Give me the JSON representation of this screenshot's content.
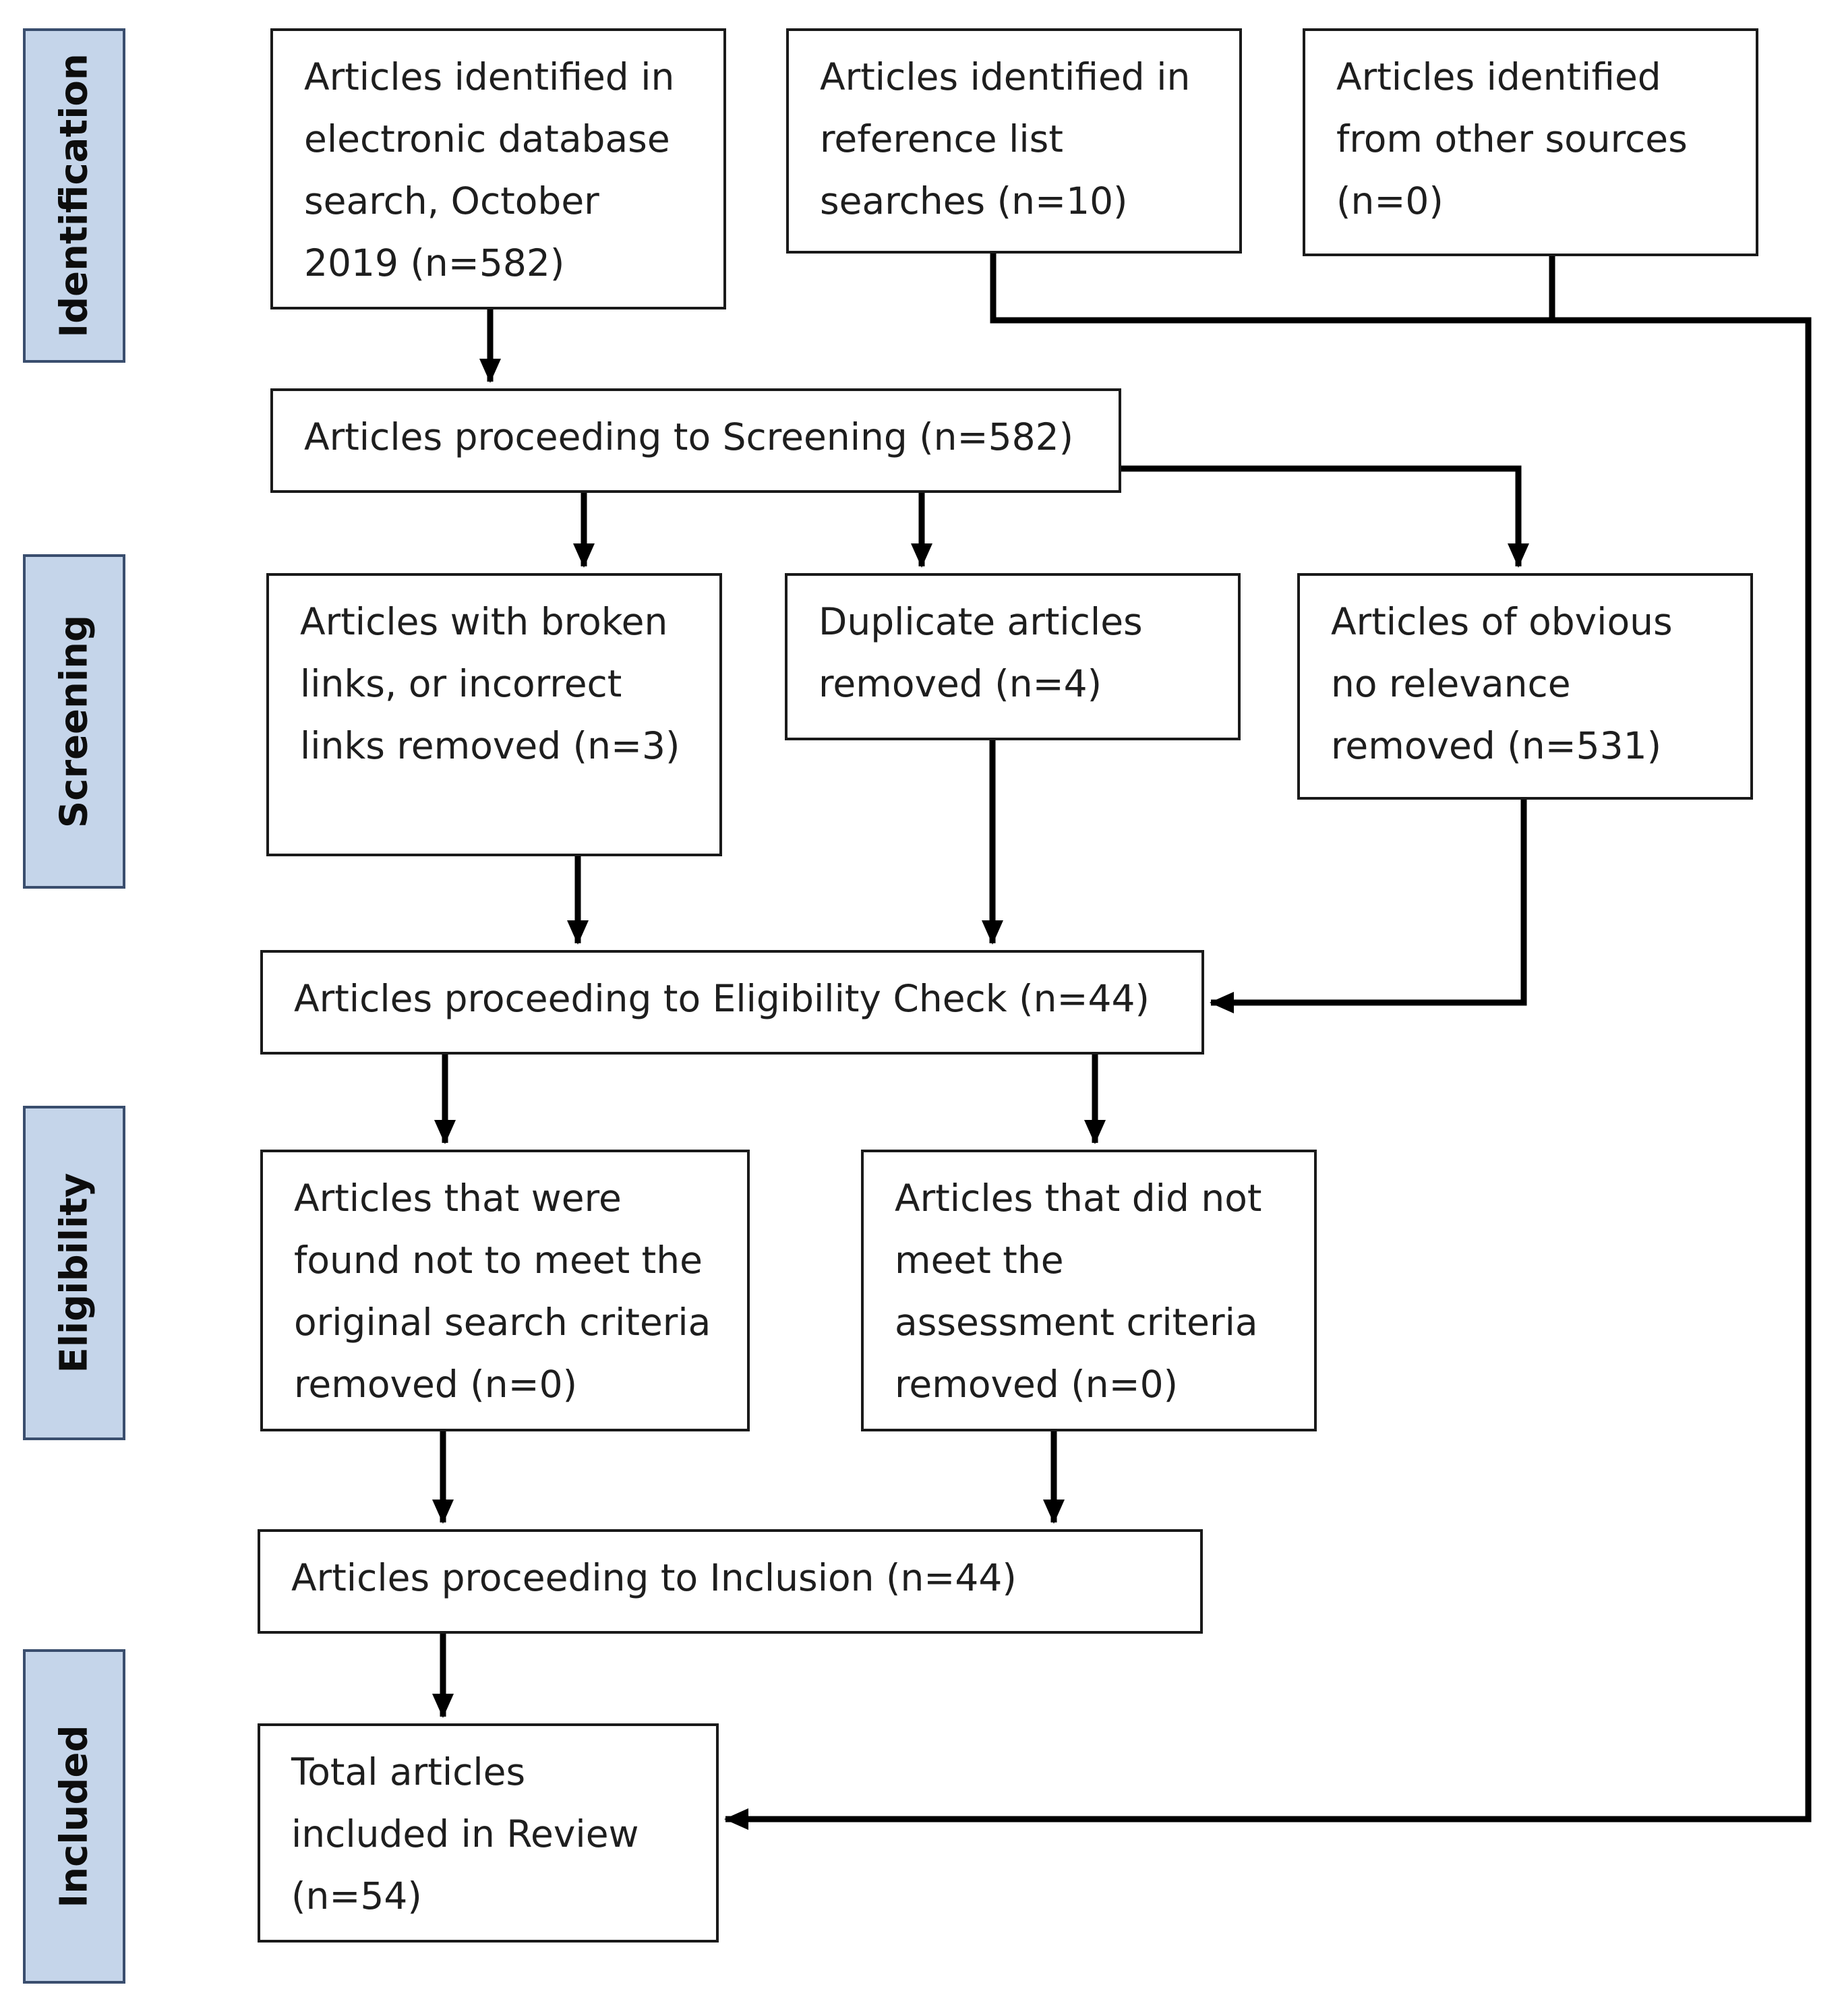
{
  "phases": {
    "identification": "Identification",
    "screening": "Screening",
    "eligibility": "Eligibility",
    "included": "Included"
  },
  "boxes": {
    "db_search": [
      "Articles identified in",
      "electronic database",
      "search, October",
      "2019 (n=582)"
    ],
    "reference_lists": [
      "Articles identified in",
      "reference list",
      "searches (n=10)"
    ],
    "other_sources": [
      "Articles identified",
      "from other sources",
      "(n=0)"
    ],
    "screening": [
      "Articles proceeding to Screening (n=582)"
    ],
    "broken_links": [
      "Articles with broken",
      "links, or incorrect",
      "links removed (n=3)"
    ],
    "duplicates": [
      "Duplicate articles",
      "removed (n=4)"
    ],
    "no_relevance": [
      "Articles of obvious",
      "no relevance",
      "removed (n=531)"
    ],
    "eligibility_check": [
      "Articles proceeding to Eligibility Check (n=44)"
    ],
    "search_criteria": [
      "Articles that were",
      "found not to meet the",
      "original search criteria",
      "removed (n=0)"
    ],
    "assessment_criteria": [
      "Articles that did not",
      "meet the",
      "assessment criteria",
      "removed (n=0)"
    ],
    "inclusion": [
      "Articles proceeding to Inclusion (n=44)"
    ],
    "total": [
      "Total articles",
      "included in Review",
      "(n=54)"
    ]
  },
  "colors": {
    "phase_fill": "#c5d5ea",
    "phase_border": "#3a4e6e",
    "box_border": "#1a1a1a",
    "arrow": "#000000"
  }
}
